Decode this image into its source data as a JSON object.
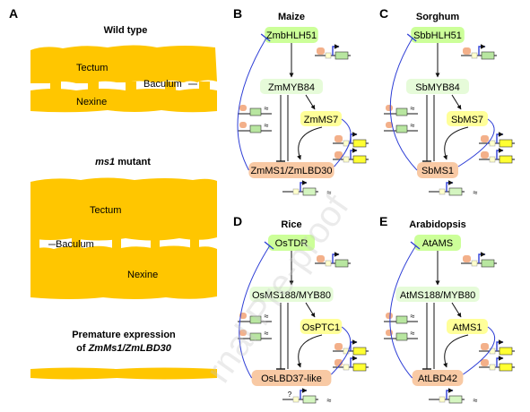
{
  "panel_a": {
    "letter": "A",
    "wild_type": {
      "title": "Wild type",
      "tectum": "Tectum",
      "baculum": "Baculum",
      "nexine": "Nexine"
    },
    "ms1_mutant": {
      "title_italic": "ms1",
      "title_rest": " mutant",
      "tectum": "Tectum",
      "baculum": "Baculum",
      "nexine": "Nexine"
    },
    "premature": {
      "line1": "Premature expression",
      "line2_prefix": "of ",
      "line2_gene": "ZmMs1/ZmLBD30"
    }
  },
  "panels": [
    {
      "letter": "B",
      "title": "Maize",
      "top": "ZmbHLH51",
      "mid": "ZmMYB84",
      "side": "ZmMS7",
      "bottom": "ZmMS1/ZmLBD30",
      "bottom_promoter_label": ""
    },
    {
      "letter": "C",
      "title": "Sorghum",
      "top": "SbbHLH51",
      "mid": "SbMYB84",
      "side": "SbMS7",
      "bottom": "SbMS1",
      "bottom_promoter_label": ""
    },
    {
      "letter": "D",
      "title": "Rice",
      "top": "OsTDR",
      "mid": "OsMS188/MYB80",
      "side": "OsPTC1",
      "bottom": "OsLBD37-like",
      "bottom_promoter_label": "?"
    },
    {
      "letter": "E",
      "title": "Arabidopsis",
      "top": "AtAMS",
      "mid": "AtMS188/MYB80",
      "side": "AtMS1",
      "bottom": "AtLBD42",
      "bottom_promoter_label": ""
    }
  ],
  "watermark": "rnal Pre-proof",
  "colors": {
    "yellow_layer": "#ffc600",
    "green_box": "#ccff99",
    "light_green_box": "#e6fbd9",
    "yellow_box": "#ffff99",
    "salmon_box": "#f8c9a4",
    "blue_line": "#2f3fd6",
    "gene_green": "#b8e6a0",
    "gene_yellow": "#ffff33",
    "protein_salmon": "#f3b08a"
  }
}
